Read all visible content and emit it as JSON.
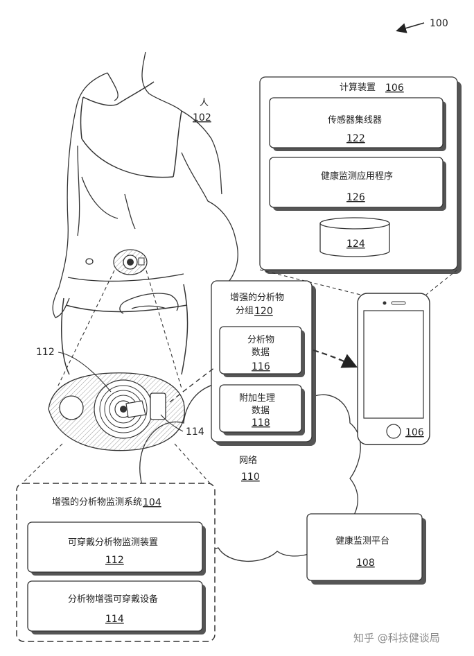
{
  "figure_ref": "100",
  "person": {
    "label": "人",
    "ref": "102"
  },
  "computing_device": {
    "title": "计算装置",
    "ref": "106",
    "sensor_hub": {
      "label": "传感器集线器",
      "ref": "122"
    },
    "health_app": {
      "label": "健康监测应用程序",
      "ref": "126"
    },
    "storage": {
      "ref": "124"
    }
  },
  "phone": {
    "ref": "106"
  },
  "enhanced_group": {
    "title_line1": "增强的分析物",
    "title_line2": "分组",
    "ref": "120",
    "analyte_data": {
      "line1": "分析物",
      "line2": "数据",
      "ref": "116"
    },
    "physio_data": {
      "line1": "附加生理",
      "line2": "数据",
      "ref": "118"
    }
  },
  "network": {
    "label": "网络",
    "ref": "110"
  },
  "health_platform": {
    "label": "健康监测平台",
    "ref": "108"
  },
  "monitoring_system": {
    "title": "增强的分析物监测系统",
    "ref": "104",
    "wearable_monitor": {
      "label": "可穿戴分析物监测装置",
      "ref": "112"
    },
    "wearable_device": {
      "label": "分析物增强可穿戴设备",
      "ref": "114"
    }
  },
  "callouts": {
    "sensor": "112",
    "wearable": "114"
  },
  "watermark": "知乎 @科技健谈局"
}
